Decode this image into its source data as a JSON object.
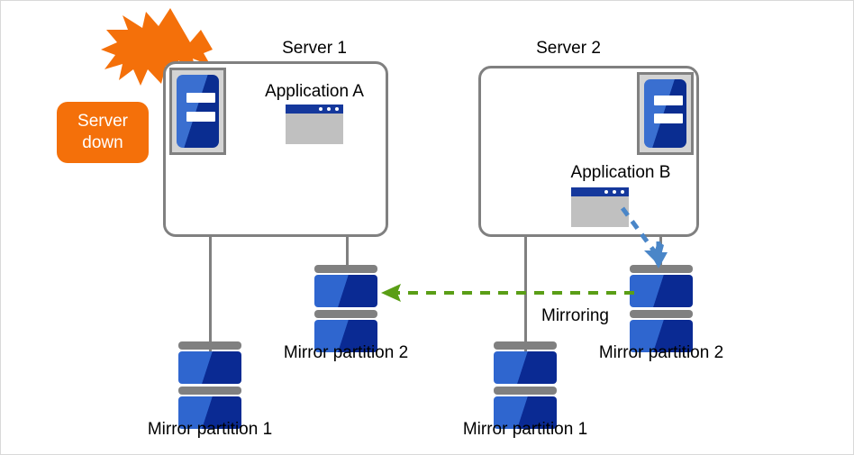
{
  "diagram": {
    "title_hidden": "",
    "colors": {
      "alert_orange": "#f4700a",
      "bolt_orange": "#f4700a",
      "server_border_gray": "#808080",
      "disk_gray": "#808080",
      "disk_blue_light": "#2f66cf",
      "disk_blue_dark": "#0a2a93",
      "app_titlebar_navy": "#15389c",
      "app_body_gray": "#c0c0c0",
      "mirroring_arrow_green": "#5a9e16",
      "write_arrow_blue": "#4a86c8",
      "text_black": "#000000"
    }
  },
  "alert": {
    "badge_line1": "Server",
    "badge_line2": "down",
    "bolt_icon": "lightning-bolt-icon"
  },
  "servers": [
    {
      "id": "server-1",
      "title": "Server 1",
      "icon": "server-unit-icon",
      "icon_position": "top-left",
      "application": {
        "label": "Application A",
        "icon": "app-window-icon"
      },
      "partitions": [
        {
          "id": "s1-mirror-partition-1",
          "label": "Mirror partition 1",
          "icon": "disk-stack-icon"
        },
        {
          "id": "s1-mirror-partition-2",
          "label": "Mirror partition 2",
          "icon": "disk-stack-icon"
        }
      ]
    },
    {
      "id": "server-2",
      "title": "Server 2",
      "icon": "server-unit-icon",
      "icon_position": "top-right",
      "application": {
        "label": "Application B",
        "icon": "app-window-icon"
      },
      "partitions": [
        {
          "id": "s2-mirror-partition-1",
          "label": "Mirror partition 1",
          "icon": "disk-stack-icon"
        },
        {
          "id": "s2-mirror-partition-2",
          "label": "Mirror partition 2",
          "icon": "disk-stack-icon"
        }
      ]
    }
  ],
  "flows": [
    {
      "id": "mirroring-flow",
      "label": "Mirroring",
      "style": "dashed",
      "color": "#5a9e16",
      "direction": "right-to-left",
      "from": "s2-mirror-partition-2",
      "to": "s1-mirror-partition-2"
    },
    {
      "id": "write-flow",
      "label": "",
      "style": "dashed",
      "color": "#4a86c8",
      "direction": "down",
      "from": "Application B",
      "to": "s2-mirror-partition-2"
    }
  ]
}
